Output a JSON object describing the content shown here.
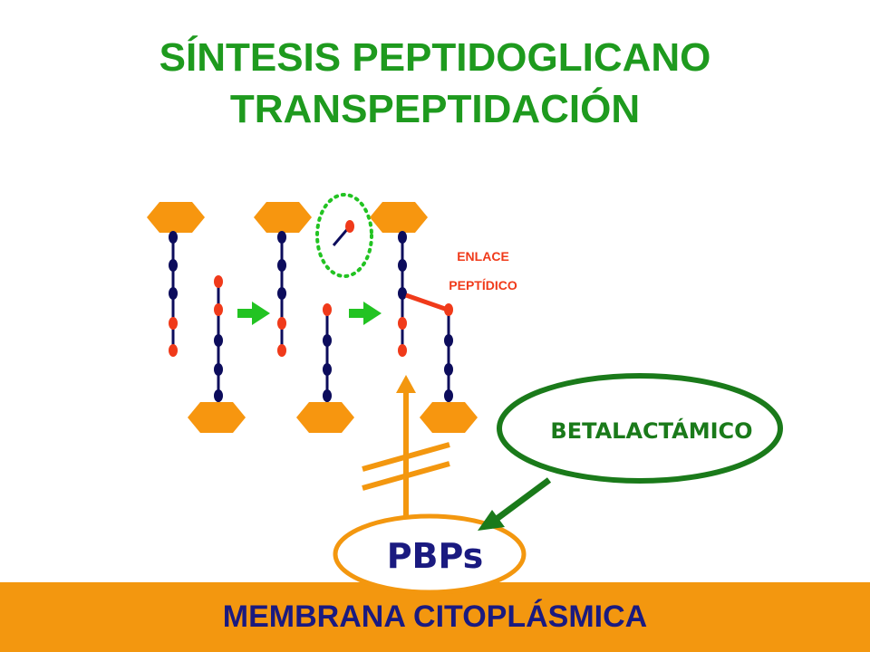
{
  "title": {
    "line1": "SÍNTESIS PEPTIDOGLICANO",
    "line2": "TRANSPEPTIDACIÓN"
  },
  "labels": {
    "peptide_bond_line1": "ENLACE",
    "peptide_bond_line2": "PEPTÍDICO",
    "betalactam": "BETALACTÁMICO",
    "pbps": "PBPs",
    "membrane": "MEMBRANA CITOPLÁSMICA"
  },
  "colors": {
    "title_green": "#1e9a1e",
    "sugar_orange": "#f7960f",
    "chain_navy": "#0c0c5c",
    "amino_red": "#f03a1a",
    "arrow_green": "#22c322",
    "ellipse_green": "#1a7a1a",
    "membrane_orange": "#f3970f",
    "membrane_text": "#1a1a80",
    "peptide_text": "#f03a1a"
  },
  "icons": {
    "step_arrow": "green-right-arrow",
    "inhibition_arrow": "dark-green-diagonal-arrow",
    "blocked_arrow": "orange-up-arrow-with-double-bar"
  }
}
